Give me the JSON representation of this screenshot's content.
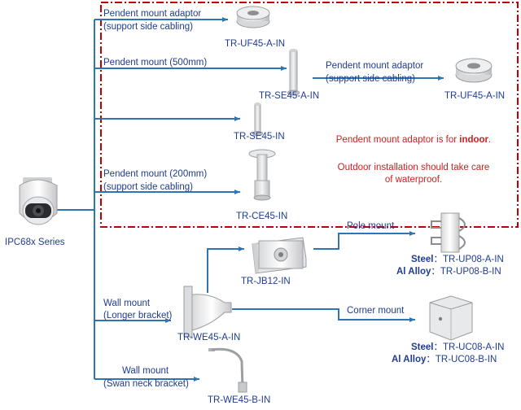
{
  "camera": {
    "label": "IPC68x Series"
  },
  "indoor_group": {
    "items": [
      {
        "desc_line1": "Pendent  mount adaptor",
        "desc_line2": "(support side cabling)",
        "model": "TR-UF45-A-IN"
      },
      {
        "desc_line1": "Pendent  mount (500mm)",
        "model": "TR-SE45-A-IN"
      },
      {
        "model": "TR-SE45-IN"
      },
      {
        "desc_line1": "Pendent  mount (200mm)",
        "desc_line2": "(support side cabling)",
        "model": "TR-CE45-IN"
      }
    ],
    "adaptor_branch": {
      "desc_line1": "Pendent  mount adaptor",
      "desc_line2": "(support side cabling)",
      "model": "TR-UF45-A-IN"
    },
    "note_line1": "Pendent  mount adaptor is for ",
    "note_bold": "indoor",
    "note_end": ".",
    "note2_line1": "Outdoor installation should take care",
    "note2_line2": "of waterproof."
  },
  "wall_group": {
    "junction_box": {
      "model": "TR-JB12-IN"
    },
    "wall_mount": {
      "desc_line1": "Wall mount",
      "desc_line2": "(Longer bracket)",
      "model": "TR-WE45-A-IN"
    },
    "pole_mount": {
      "title": "Pole mount",
      "steel_label": "Steel",
      "steel_model": "：TR-UP08-A-IN",
      "alloy_label": "Al Alloy",
      "alloy_model": "：TR-UP08-B-IN"
    },
    "corner_mount": {
      "title": "Corner mount",
      "steel_label": "Steel",
      "steel_model": "：TR-UC08-A-IN",
      "alloy_label": "Al Alloy",
      "alloy_model": "：TR-UC08-B-IN"
    },
    "swan_mount": {
      "desc_line1": "Wall mount",
      "desc_line2": "(Swan neck bracket)",
      "model": "TR-WE45-B-IN"
    }
  },
  "colors": {
    "line": "#2e75b6",
    "text": "#1f3c8f",
    "dash_border": "#c00000",
    "note": "#cc1f1f"
  }
}
